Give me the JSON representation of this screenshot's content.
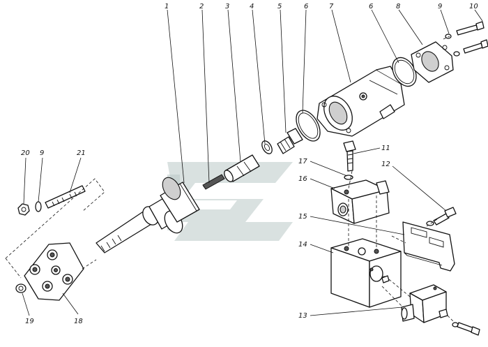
{
  "colors": {
    "ink": "#111111",
    "watermark": "#b9c9c6",
    "background": "#ffffff"
  },
  "callouts": {
    "c1": "1",
    "c2": "2",
    "c3": "3",
    "c4": "4",
    "c5": "5",
    "c6a": "6",
    "c7": "7",
    "c6b": "6",
    "c8": "8",
    "c9a": "9",
    "c10": "10",
    "c11": "11",
    "c12": "12",
    "c13": "13",
    "c14": "14",
    "c15": "15",
    "c16": "16",
    "c17": "17",
    "c18": "18",
    "c19": "19",
    "c20": "20",
    "c9b": "9",
    "c21": "21"
  }
}
